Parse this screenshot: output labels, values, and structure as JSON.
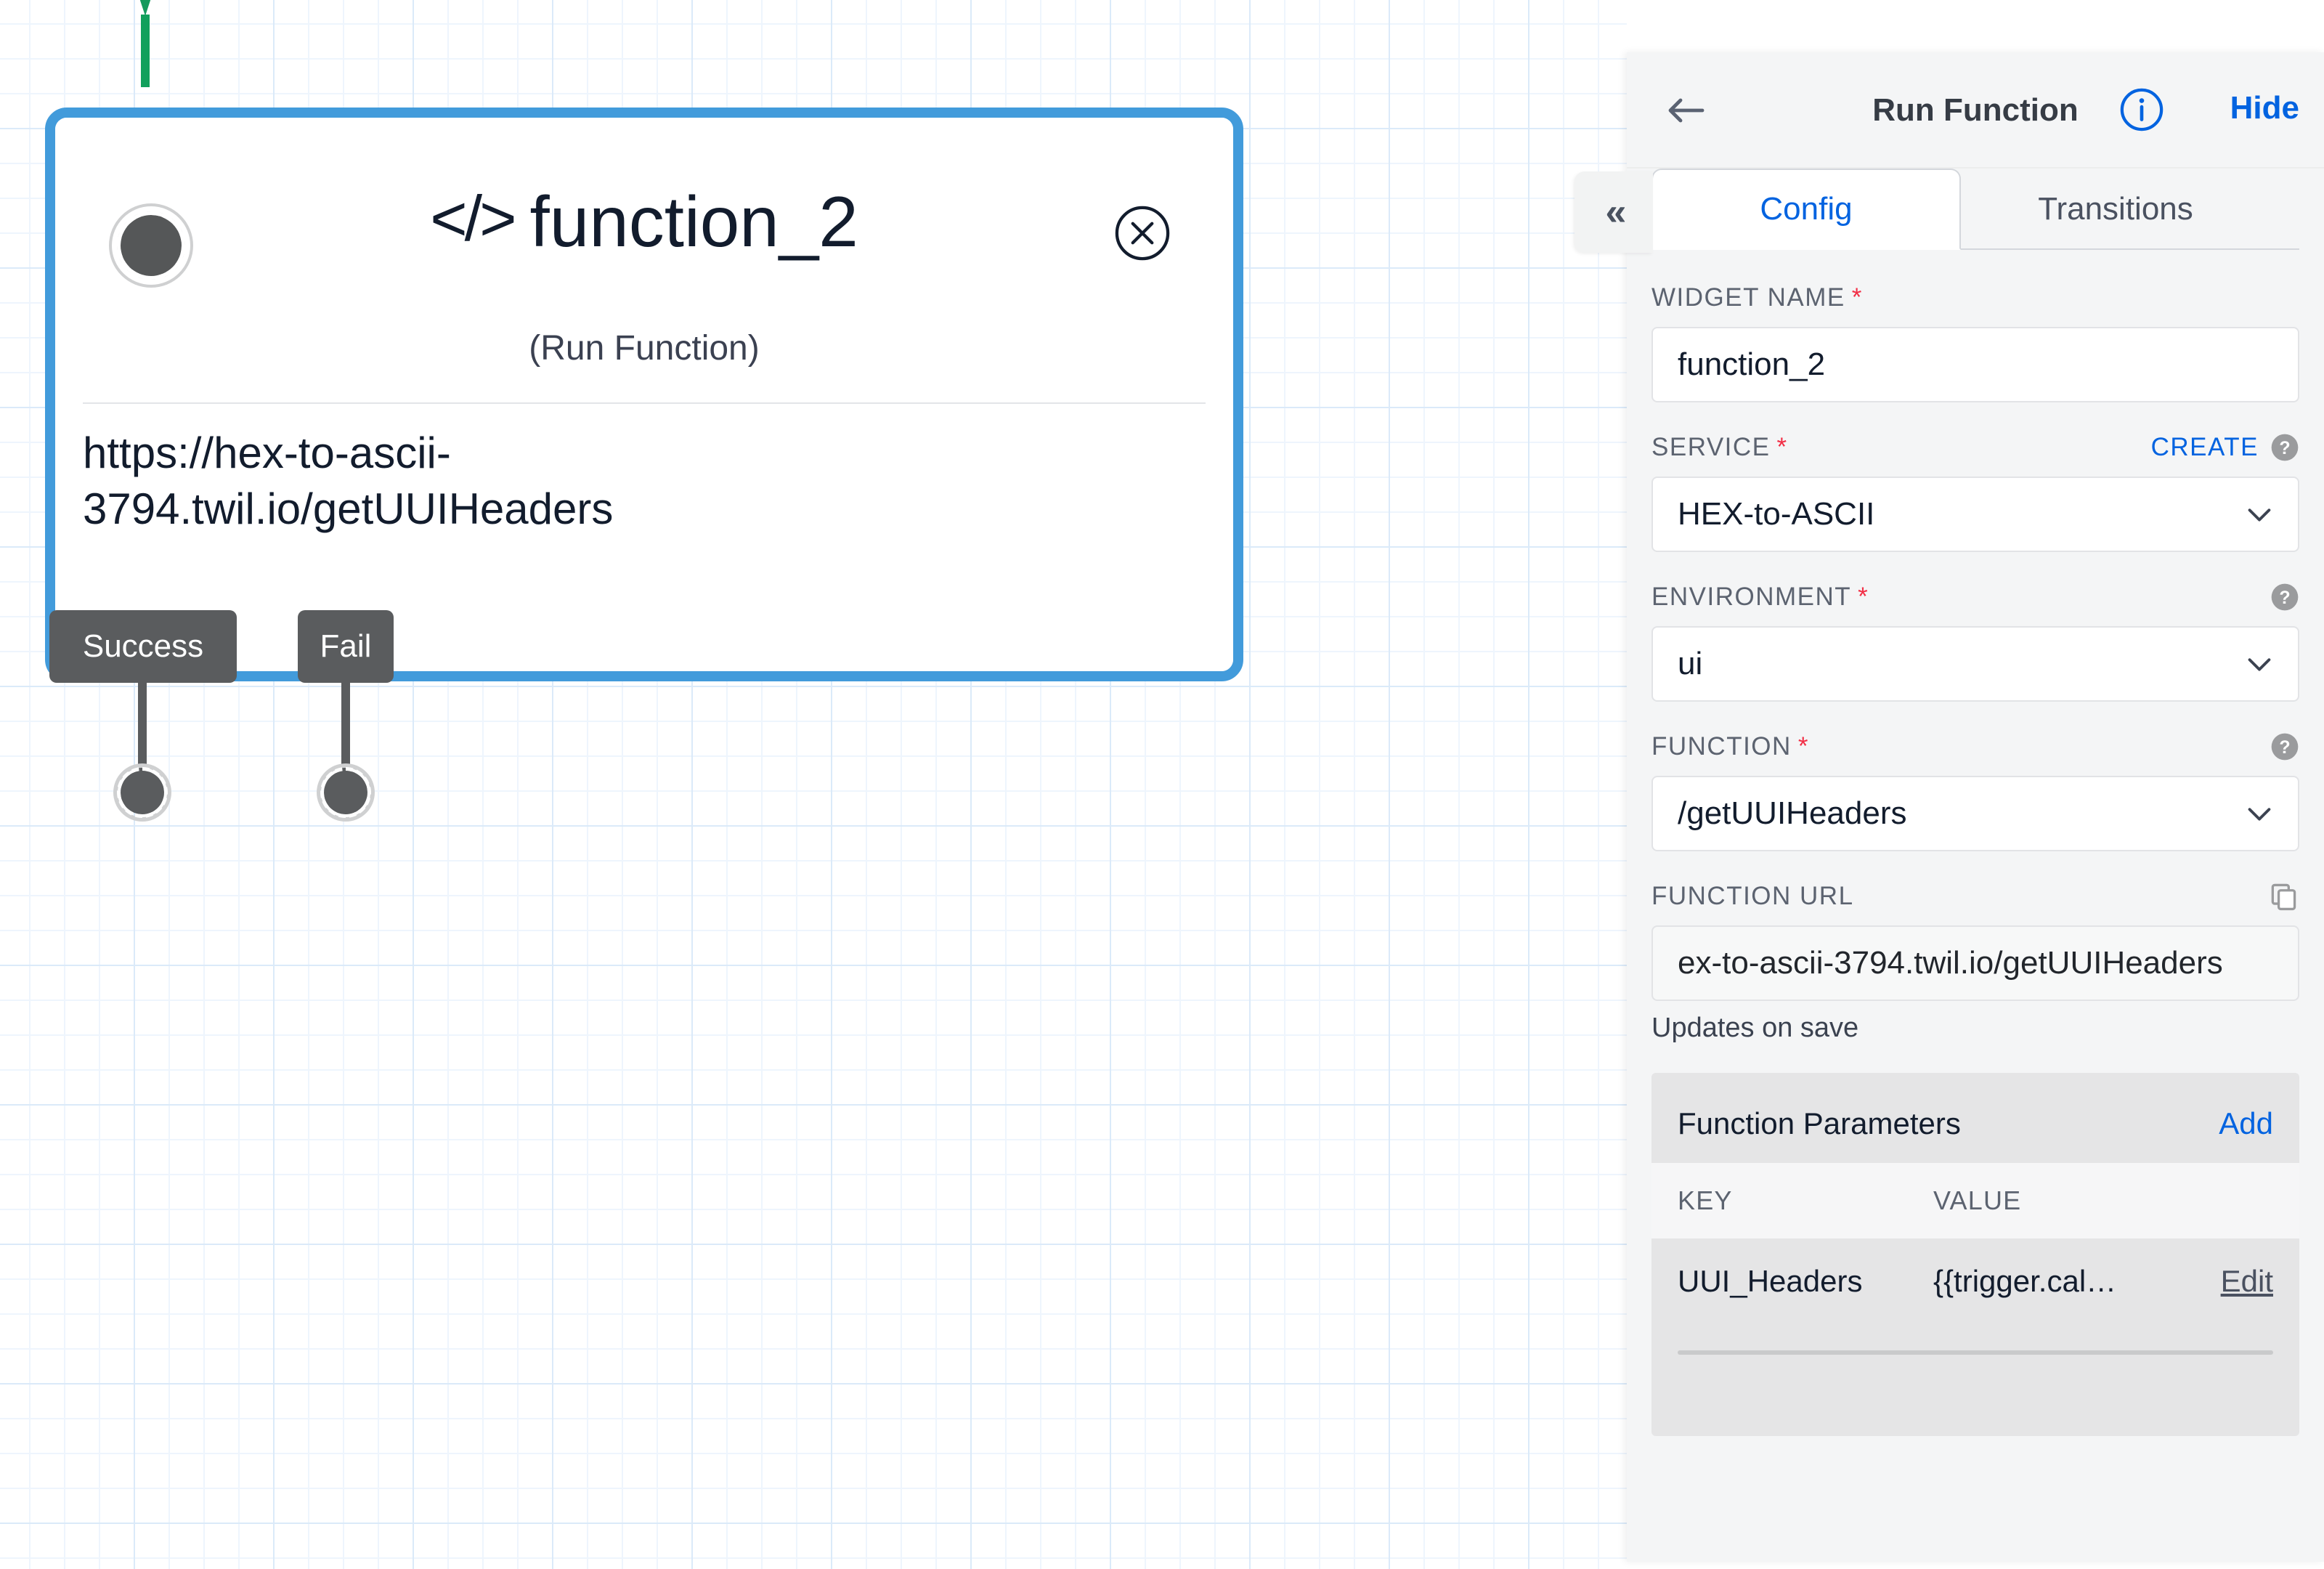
{
  "canvas": {
    "node": {
      "code_icon": "</>",
      "title": "function_2",
      "subtitle": "(Run Function)",
      "url": "https://hex-to-ascii-3794.twil.io/getUUIHeaders",
      "close_icon": "close-circle-icon",
      "input_dot": "input-connector-dot",
      "incoming_connector": "incoming-green-arrow",
      "accent_color": "#429bdb",
      "connector_color": "#159a5d"
    },
    "transitions": [
      {
        "label": "Success",
        "dot": "success-connector-dot"
      },
      {
        "label": "Fail",
        "dot": "fail-connector-dot"
      }
    ],
    "collapse_handle": {
      "icon": "chevron-double-left-icon",
      "glyph": "«"
    }
  },
  "panel": {
    "header": {
      "back_icon": "arrow-left-icon",
      "title": "Run Function",
      "info_icon": "info-circle-icon",
      "hide_label": "Hide"
    },
    "tabs": [
      {
        "label": "Config",
        "active": true
      },
      {
        "label": "Transitions",
        "active": false
      }
    ],
    "fields": [
      {
        "label": "WIDGET NAME",
        "required": true,
        "value": "function_2",
        "type": "text"
      },
      {
        "label": "SERVICE",
        "required": true,
        "action_label": "CREATE",
        "help_icon": "help-circle-icon",
        "value": "HEX-to-ASCII",
        "type": "select"
      },
      {
        "label": "ENVIRONMENT",
        "required": true,
        "help_icon": "help-circle-icon",
        "value": "ui",
        "type": "select"
      },
      {
        "label": "FUNCTION",
        "required": true,
        "help_icon": "help-circle-icon",
        "value": "/getUUIHeaders",
        "type": "select"
      },
      {
        "label": "FUNCTION URL",
        "required": false,
        "copy_icon": "copy-icon",
        "value": "ex-to-ascii-3794.twil.io/getUUIHeaders",
        "helper": "Updates on save",
        "type": "readonly"
      }
    ],
    "function_parameters": {
      "title": "Function Parameters",
      "add_label": "Add",
      "columns": [
        "KEY",
        "VALUE"
      ],
      "rows": [
        {
          "key": "UUI_Headers",
          "value": "{{trigger.cal…",
          "action": "Edit"
        }
      ]
    }
  },
  "colors": {
    "accent_blue": "#0263e0",
    "node_border": "#429bdb",
    "required_red": "#f22f46",
    "connector_green": "#159a5d",
    "pill_gray": "#5a5c5e",
    "panel_bg": "#f4f5f6"
  }
}
